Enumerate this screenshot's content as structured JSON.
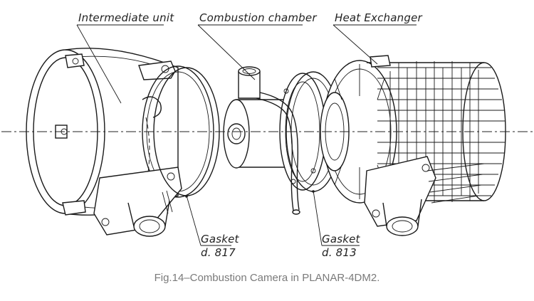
{
  "labels": {
    "intermediate_unit": "Intermediate unit",
    "combustion_chamber": "Combustion chamber",
    "heat_exchanger": "Heat Exchanger",
    "gasket_left_title": "Gasket",
    "gasket_left_size": "d. 817",
    "gasket_right_title": "Gasket",
    "gasket_right_size": "d. 813"
  },
  "caption": "Fig.14–Combustion Camera in PLANAR-4DM2."
}
